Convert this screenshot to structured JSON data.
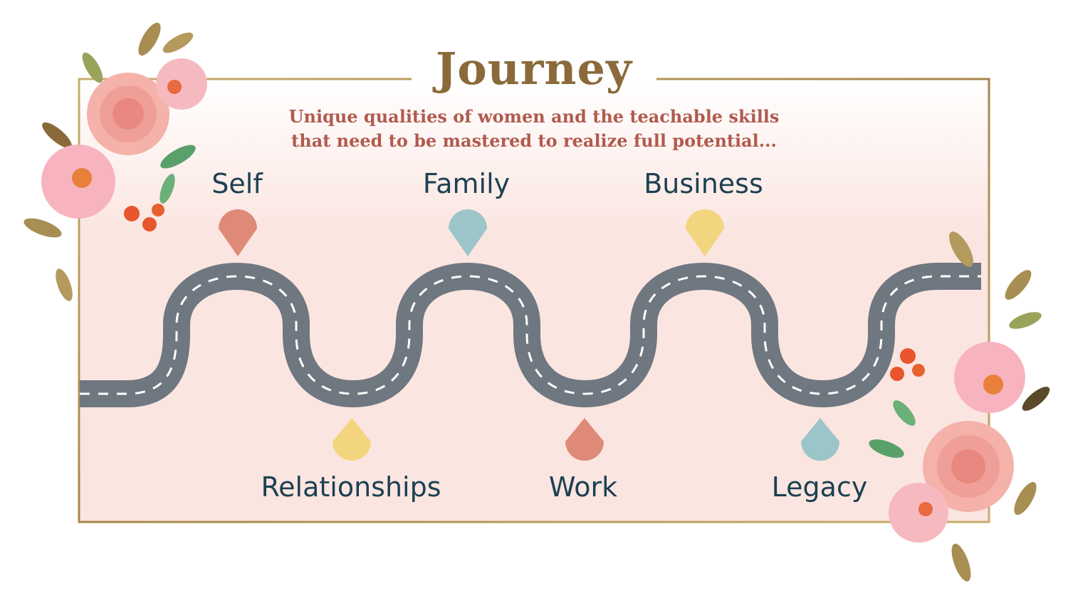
{
  "title": "Journey",
  "subtitle_line1": "Unique qualities of women and the teachable skills",
  "subtitle_line2": "that need to be mastered to realize full potential...",
  "stops": [
    {
      "label": "Self",
      "color": "#df8a78"
    },
    {
      "label": "Relationships",
      "color": "#f4d57f"
    },
    {
      "label": "Family",
      "color": "#9cc5c9"
    },
    {
      "label": "Work",
      "color": "#df8a78"
    },
    {
      "label": "Business",
      "color": "#f4d57f"
    },
    {
      "label": "Legacy",
      "color": "#9cc5c9"
    }
  ],
  "colors": {
    "frame": "#b89a5a",
    "road": "#6f7780",
    "lane": "#ffffff",
    "panel_top": "#ffffff",
    "panel_bottom": "#fbe5e0"
  }
}
